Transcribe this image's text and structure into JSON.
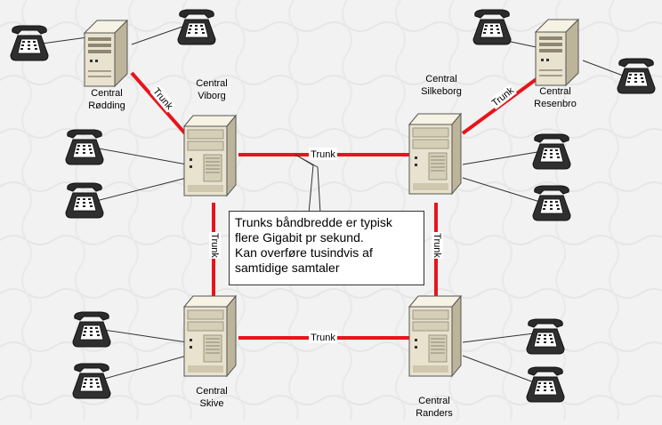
{
  "trunk_label": "Trunk",
  "centrals": [
    {
      "id": "rodding",
      "line1": "Central",
      "line2": "Rødding"
    },
    {
      "id": "viborg",
      "line1": "Central",
      "line2": "Viborg"
    },
    {
      "id": "silkeborg",
      "line1": "Central",
      "line2": "Silkeborg"
    },
    {
      "id": "resenbro",
      "line1": "Central",
      "line2": "Resenbro"
    },
    {
      "id": "skive",
      "line1": "Central",
      "line2": "Skive"
    },
    {
      "id": "randers",
      "line1": "Central",
      "line2": "Randers"
    }
  ],
  "callout": {
    "lines": [
      "Trunks båndbredde er typisk",
      "flere Gigabit pr sekund.",
      "Kan overføre tusindvis af",
      "samtidige samtaler"
    ]
  },
  "colors": {
    "trunk": "#e8141b",
    "background": "#f2f2f2",
    "server_body": "#e8e2cf",
    "phone_body": "#2b2b2b"
  }
}
